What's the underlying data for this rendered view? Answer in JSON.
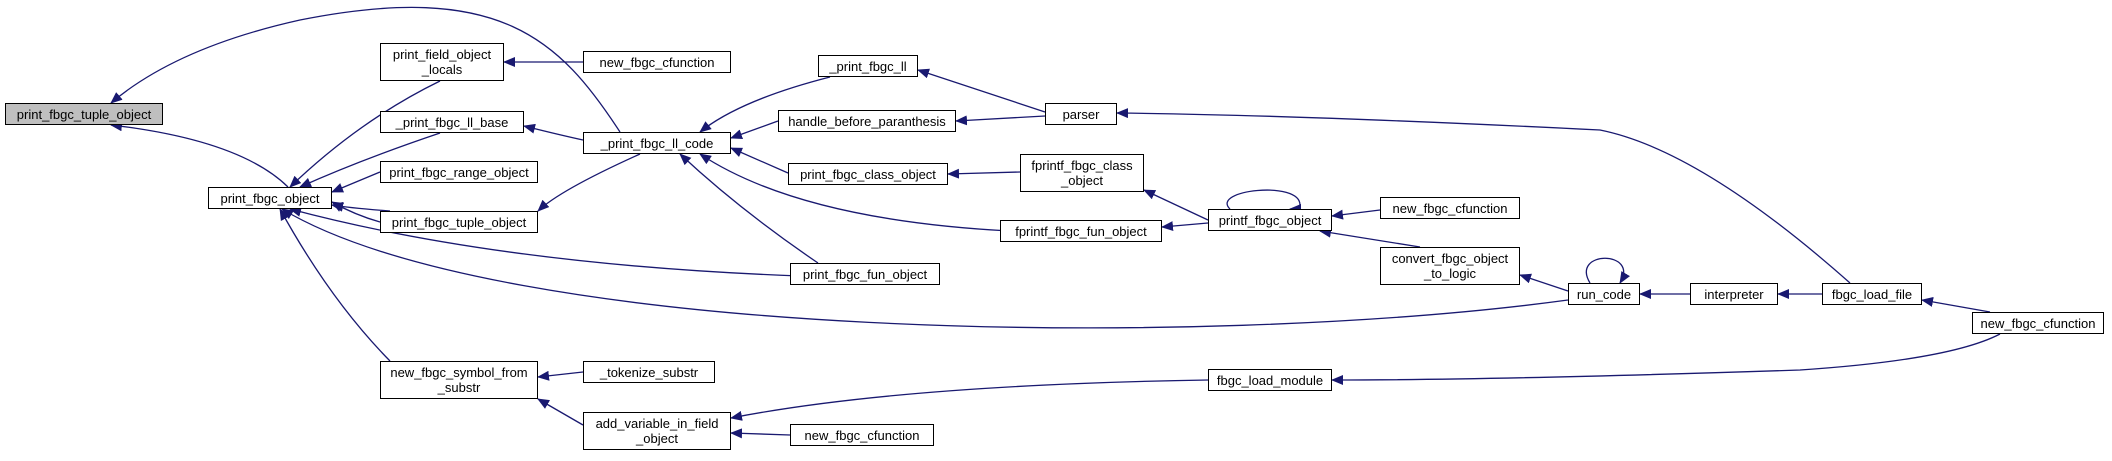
{
  "colors": {
    "edge": "#191970",
    "node_border": "#000000",
    "root_fill": "#bfbfbf",
    "node_fill": "#ffffff"
  },
  "nodes": {
    "root": "print_fbgc_tuple_object",
    "print_obj": "print_fbgc_object",
    "field_locals": "print_field_object\n_locals",
    "ll_base": "_print_fbgc_ll_base",
    "range_obj": "print_fbgc_range_object",
    "tuple_obj2": "print_fbgc_tuple_object",
    "symbol_substr": "new_fbgc_symbol_from\n_substr",
    "new_cfunc1": "new_fbgc_cfunction",
    "ll_code": "_print_fbgc_ll_code",
    "tokenize": "_tokenize_substr",
    "add_var": "add_variable_in_field\n_object",
    "print_ll": "_print_fbgc_ll",
    "handle_before": "handle_before_paranthesis",
    "class_obj": "print_fbgc_class_object",
    "fun_obj": "print_fbgc_fun_object",
    "new_cfunc2": "new_fbgc_cfunction",
    "parser": "parser",
    "fprintf_class": "fprintf_fbgc_class\n_object",
    "fprintf_fun": "fprintf_fbgc_fun_object",
    "load_module": "fbgc_load_module",
    "printf_obj": "printf_fbgc_object",
    "new_cfunc3": "new_fbgc_cfunction",
    "convert_logic": "convert_fbgc_object\n_to_logic",
    "run_code": "run_code",
    "interpreter": "interpreter",
    "load_file": "fbgc_load_file",
    "new_cfunc4": "new_fbgc_cfunction"
  }
}
